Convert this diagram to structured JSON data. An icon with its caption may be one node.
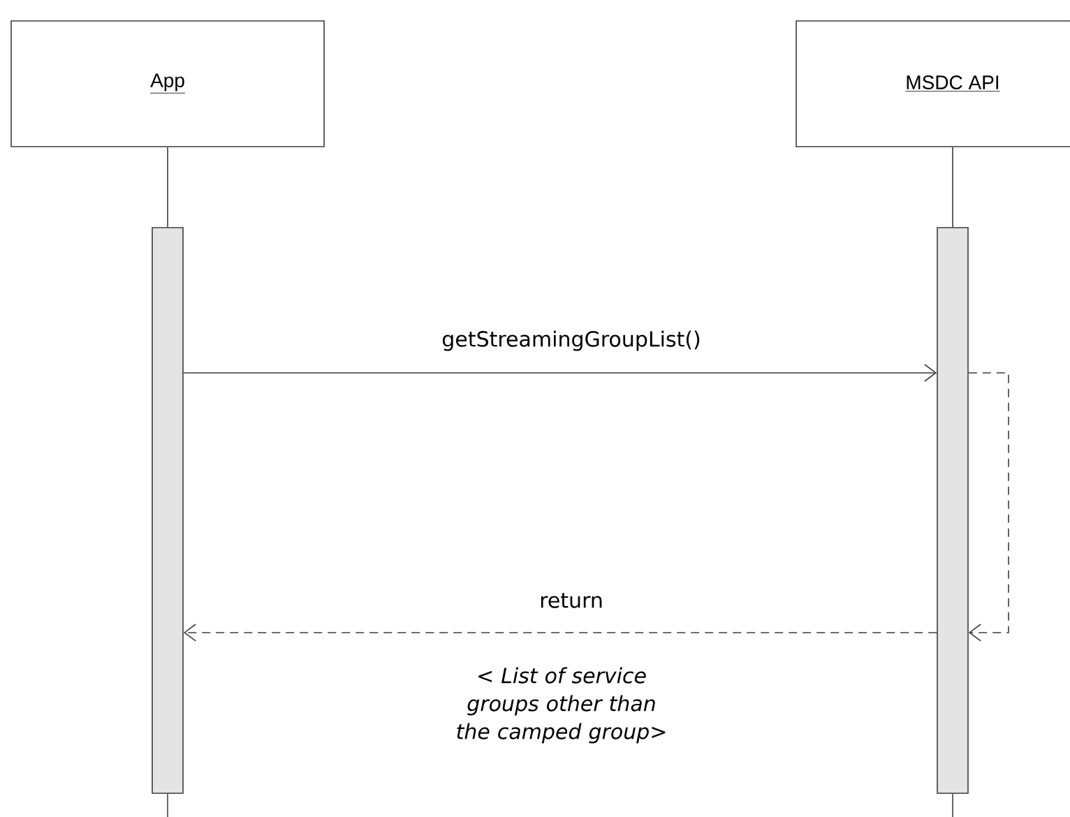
{
  "diagram": {
    "nodes": [
      {
        "text": [
          "App"
        ]
      },
      {
        "text": [
          "MSDC API"
        ]
      },
      {
        "text": [],
        "shape": "bar"
      },
      {
        "text": [],
        "shape": "bar"
      }
    ],
    "edges": [
      {
        "from": 0,
        "to": 2,
        "arrow": "none"
      },
      {
        "from": 1,
        "to": 3,
        "arrow": "none"
      },
      {
        "from": 2,
        "to": 3,
        "arrow": "to",
        "label": "getStreamingGroupList()"
      },
      {
        "from": 3,
        "to": 3,
        "arrow": "to",
        "style": "dashed"
      },
      {
        "from": 3,
        "to": 2,
        "arrow": "to",
        "style": "dashed",
        "label": "return"
      }
    ],
    "labels": [
      "< List of service groups other than the camped group>"
    ]
  }
}
